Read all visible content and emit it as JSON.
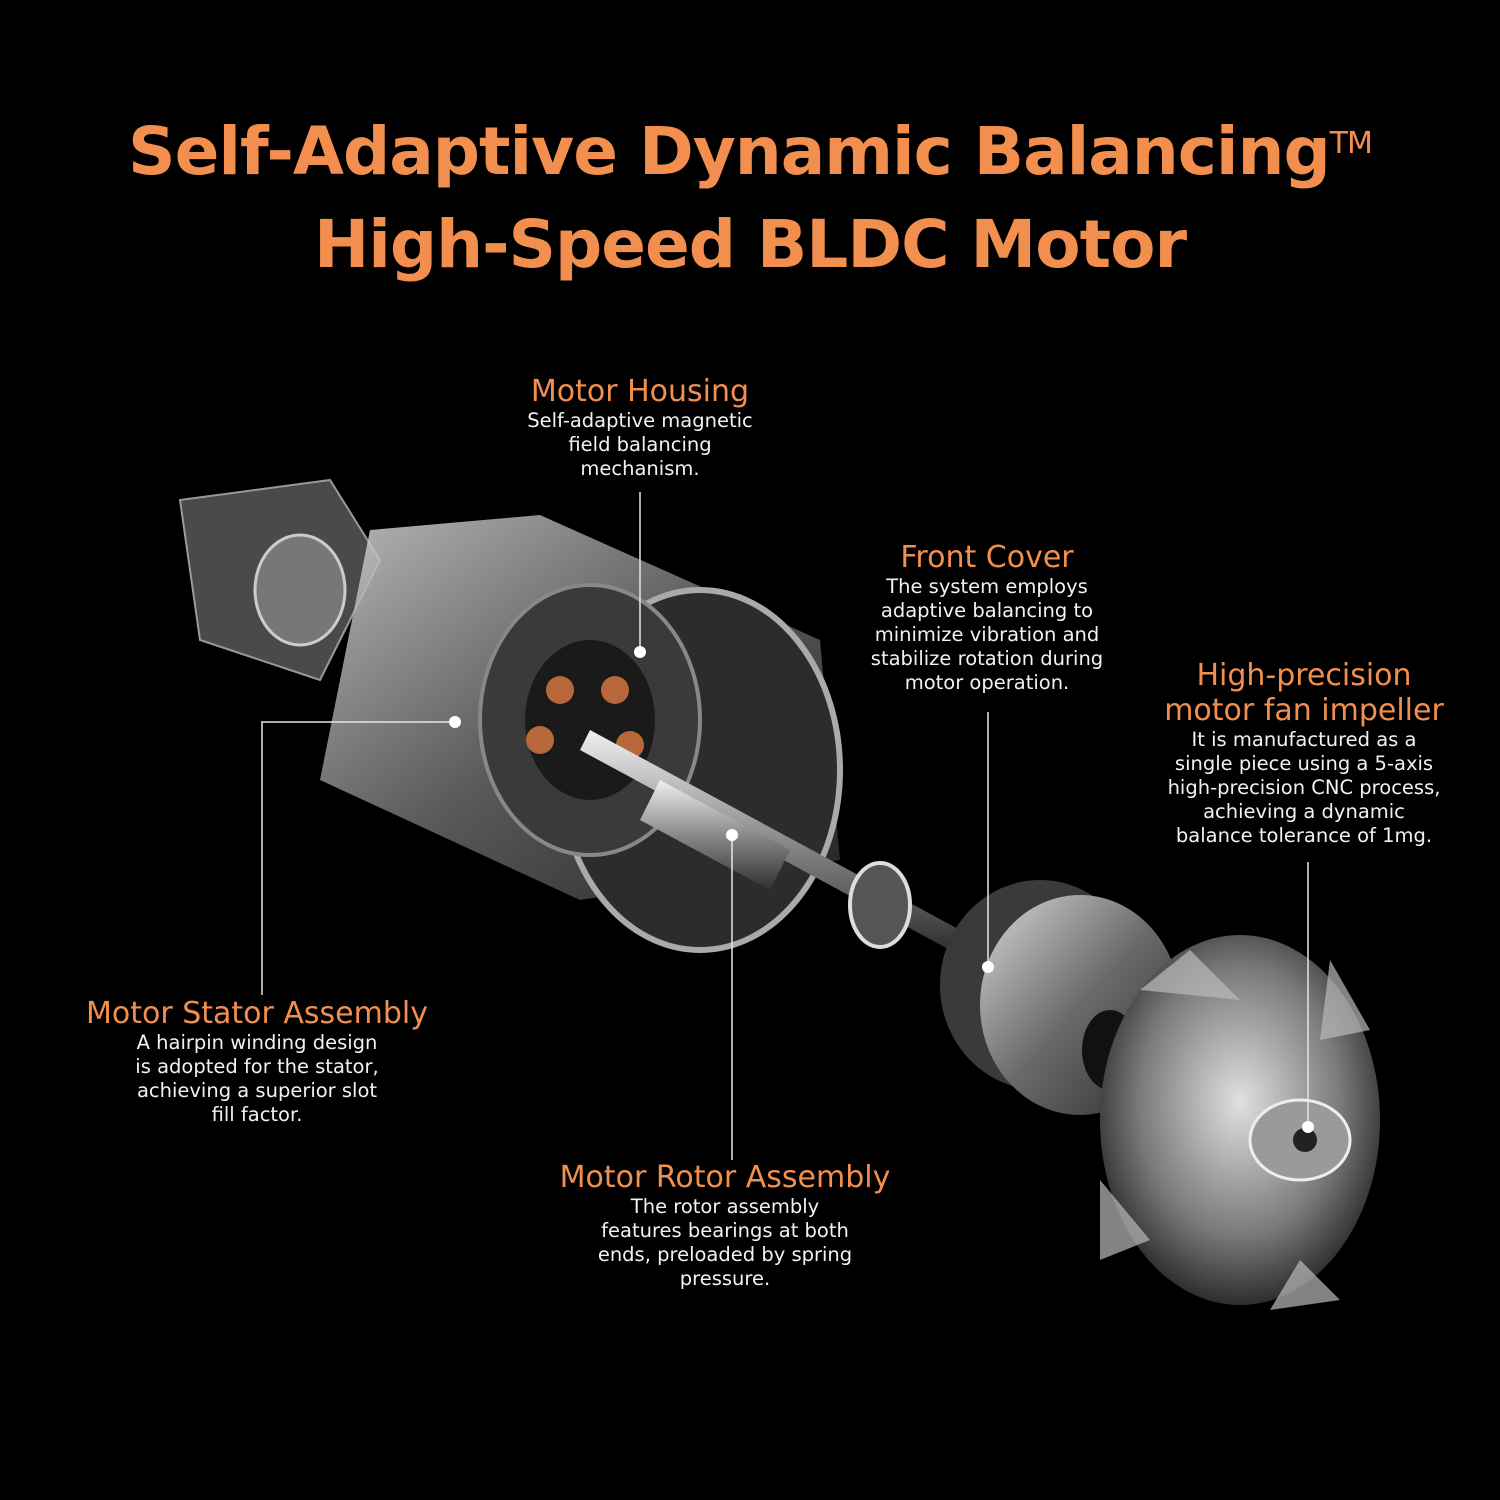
{
  "header": {
    "title_line1": "Self-Adaptive Dynamic Balancing",
    "trademark": "TM",
    "title_line2": "High-Speed BLDC Motor"
  },
  "colors": {
    "accent": "#f28f4e",
    "background": "#000000",
    "text": "#f2f2f2"
  },
  "callouts": {
    "housing": {
      "title": "Motor Housing",
      "lines": [
        "Self-adaptive magnetic",
        "field balancing",
        "mechanism."
      ]
    },
    "front_cover": {
      "title": "Front Cover",
      "lines": [
        "The system employs",
        "adaptive balancing to",
        "minimize vibration and",
        "stabilize rotation during",
        "motor operation."
      ]
    },
    "impeller": {
      "title_lines": [
        "High-precision",
        "motor fan impeller"
      ],
      "lines": [
        "It is manufactured as a",
        "single piece using a 5-axis",
        "high-precision CNC process,",
        "achieving a dynamic",
        "balance tolerance of 1mg."
      ]
    },
    "stator": {
      "title": "Motor Stator Assembly",
      "lines": [
        "A hairpin winding design",
        "is adopted for the stator,",
        "achieving a superior slot",
        "fill factor."
      ]
    },
    "rotor": {
      "title": "Motor Rotor Assembly",
      "lines": [
        "The rotor assembly",
        "features bearings at both",
        "ends, preloaded by spring",
        "pressure."
      ]
    }
  }
}
